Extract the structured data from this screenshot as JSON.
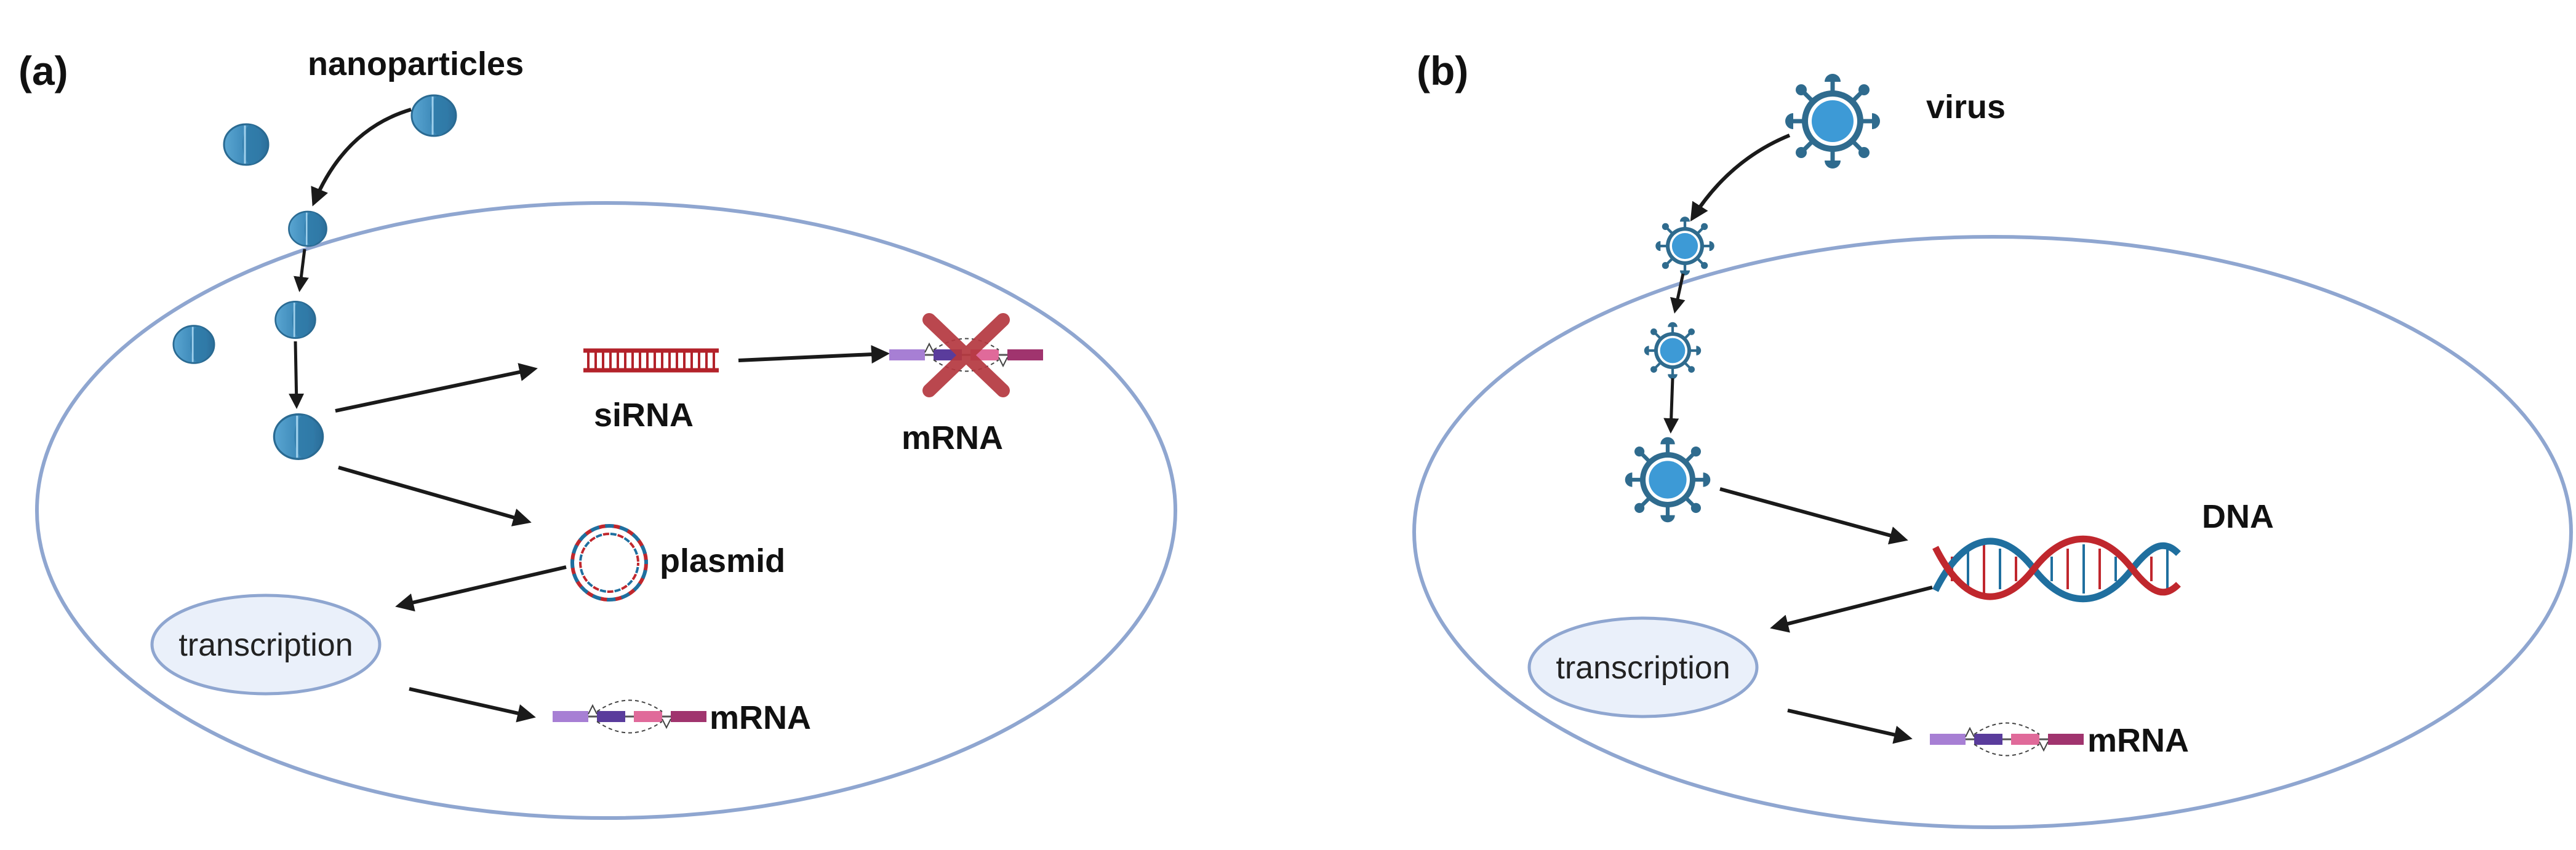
{
  "panel_a": {
    "letter": "(a)",
    "labels": {
      "nanoparticles": "nanoparticles",
      "sirna": "siRNA",
      "mrna_knockdown": "mRNA",
      "plasmid": "plasmid",
      "transcription": "transcription",
      "mrna_output": "mRNA"
    }
  },
  "panel_b": {
    "letter": "(b)",
    "labels": {
      "virus": "virus",
      "dna": "DNA",
      "transcription": "transcription",
      "mrna_output": "mRNA"
    }
  },
  "colors": {
    "cell_membrane": "#8fa6d0",
    "nanoparticle": "#3f8fbd",
    "virus": "#2f6b8e",
    "virus_core": "#3d9ad6",
    "sirna": "#b3222a",
    "knockdown_cross": "#b5383f",
    "dna_red": "#c0272d",
    "dna_blue": "#1f6f9f",
    "transcription_fill": "#eaf0fa",
    "mrna_light_purple": "#a77fd4",
    "mrna_dark_purple": "#5a3c9c",
    "mrna_pink": "#e06a9a",
    "mrna_magenta": "#a0346e"
  },
  "icons": [
    "nanoparticle-icon",
    "virus-icon",
    "sirna-icon",
    "mrna-icon",
    "plasmid-icon",
    "dna-helix-icon",
    "knockdown-cross-icon"
  ]
}
